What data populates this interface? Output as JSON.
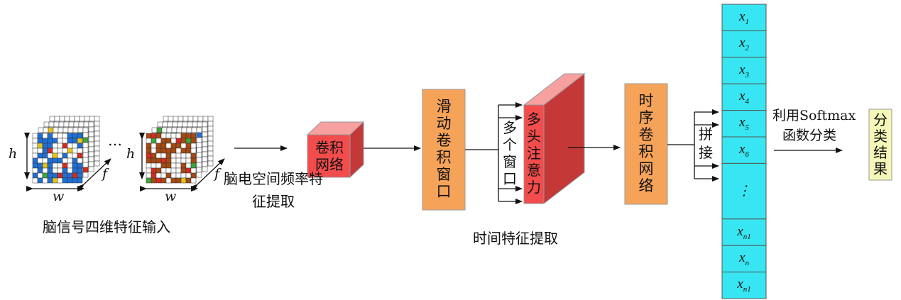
{
  "input": {
    "caption": "脑信号四维特征输入",
    "h_label": "h",
    "w_label": "w",
    "f_label": "f",
    "ellipsis": "…",
    "stack1_colors": [
      "#1f6fd6",
      "#d62a20",
      "#e8c418",
      "#3aa83a"
    ],
    "stack2_colors": [
      "#a64a12",
      "#d62a20",
      "#e8c418",
      "#3aa83a",
      "#1f6fd6"
    ]
  },
  "cnn": {
    "label": "卷积网络",
    "stage_caption": "脑电空间频率特征提取",
    "color": "#f24c4c"
  },
  "sliding_window": {
    "label": "滑动卷积窗口",
    "color": "#f6a35a"
  },
  "multi_window": {
    "label": "多个窗口"
  },
  "attention": {
    "label": "多头注意力",
    "color": "#f24c4c"
  },
  "temporal": {
    "stage_caption": "时间特征提取",
    "tcn_label": "时序卷积网络",
    "tcn_color": "#f6a35a"
  },
  "concat": {
    "label": "拼接"
  },
  "feature_vector": {
    "color": "#37e6f2",
    "cells": [
      {
        "base": "x",
        "sub": "1"
      },
      {
        "base": "x",
        "sub": "2"
      },
      {
        "base": "x",
        "sub": "3"
      },
      {
        "base": "x",
        "sub": "4"
      },
      {
        "base": "x",
        "sub": "5"
      },
      {
        "base": "x",
        "sub": "6"
      },
      {
        "base": "⋮",
        "sub": ""
      },
      {
        "base": "x",
        "sub": "n1"
      },
      {
        "base": "x",
        "sub": "n"
      },
      {
        "base": "x",
        "sub": "n1"
      }
    ]
  },
  "softmax": {
    "line1": "利用Softmax",
    "line2": "函数分类"
  },
  "result": {
    "label": "分类结果",
    "color": "#f5f7b8"
  }
}
